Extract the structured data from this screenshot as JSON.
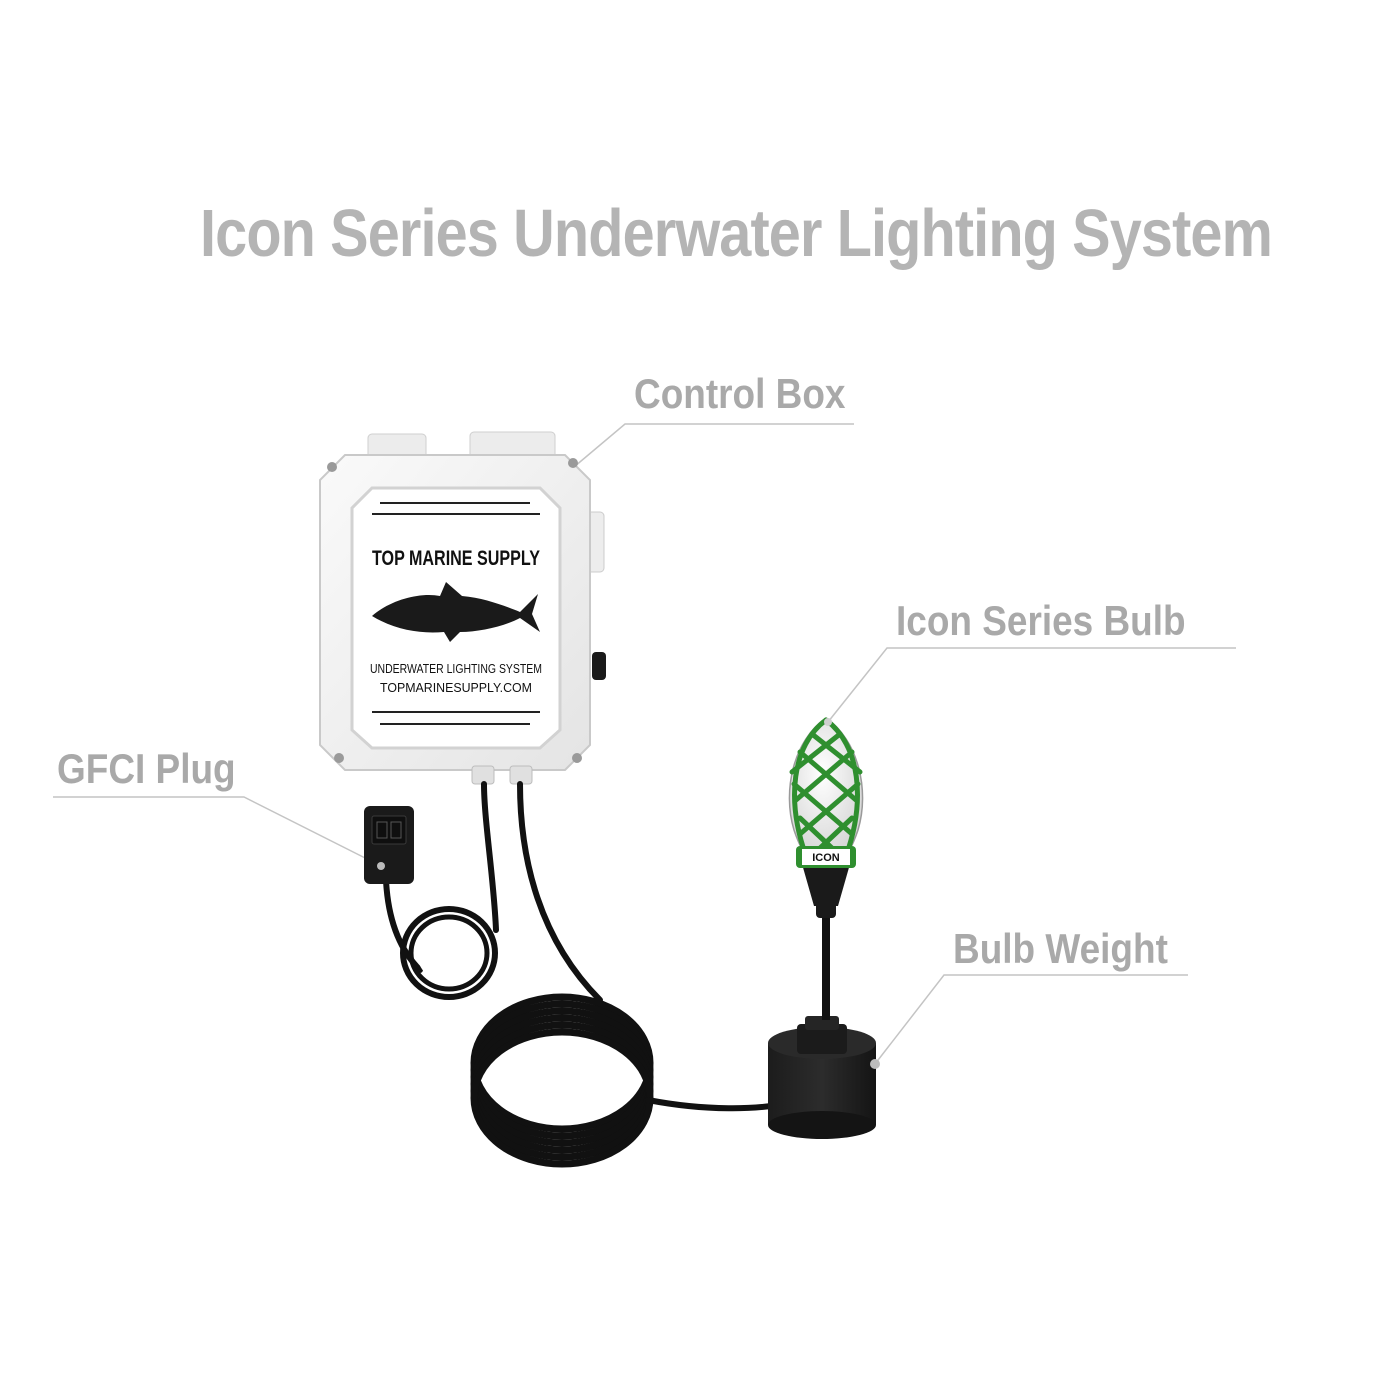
{
  "title": "Icon Series Underwater Lighting System",
  "callouts": {
    "control_box": "Control Box",
    "icon_series_bulb": "Icon Series Bulb",
    "gfci_plug": "GFCI Plug",
    "bulb_weight": "Bulb Weight"
  },
  "control_box_panel": {
    "brand": "TOP MARINE SUPPLY",
    "product": "UNDERWATER LIGHTING SYSTEM",
    "website": "TOPMARINESUPPLY.COM"
  },
  "bulb_label": "ICON",
  "colors": {
    "label_gray": "#a9a9a9",
    "bulb_cage_green": "#2f8f2f",
    "cable_black": "#111111",
    "box_white": "#f4f4f4"
  }
}
